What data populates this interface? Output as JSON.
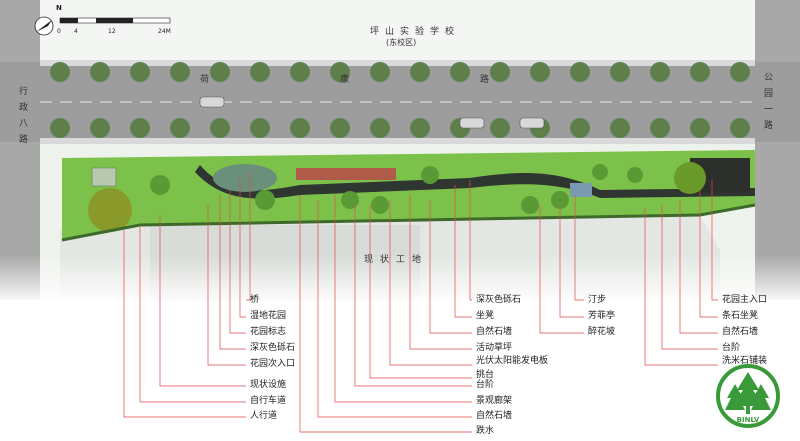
{
  "north": "N",
  "scale_ticks": [
    "0",
    "4",
    "12",
    "24M"
  ],
  "school": "坪山实验学校",
  "school_sub": "(东校区)",
  "road_hekang": [
    "荷",
    "康",
    "路"
  ],
  "road_xingzheng": "行政八路",
  "road_gongyuan": "公园一路",
  "site": "现状工地",
  "labels_left": [
    "桥",
    "湿地花园",
    "花园标志",
    "深灰色砾石",
    "花园次入口",
    "现状设施",
    "自行车道",
    "人行道"
  ],
  "labels_mid": [
    "深灰色砾石",
    "坐凳",
    "自然石墙",
    "活动草坪",
    "光伏太阳能发电板",
    "挑台",
    "台阶",
    "景观廊架",
    "自然石墙",
    "跌水"
  ],
  "labels_mid2": [
    "汀步",
    "芳菲亭",
    "醉花坡"
  ],
  "labels_right": [
    "花园主入口",
    "条石坐凳",
    "自然石墙",
    "台阶",
    "洗米石铺装"
  ],
  "logo_text": "BINLV",
  "colors": {
    "grass": "#7cc24a",
    "road": "#9a9a9a",
    "leader": "#e24a4a",
    "logo": "#3a9a3a"
  }
}
